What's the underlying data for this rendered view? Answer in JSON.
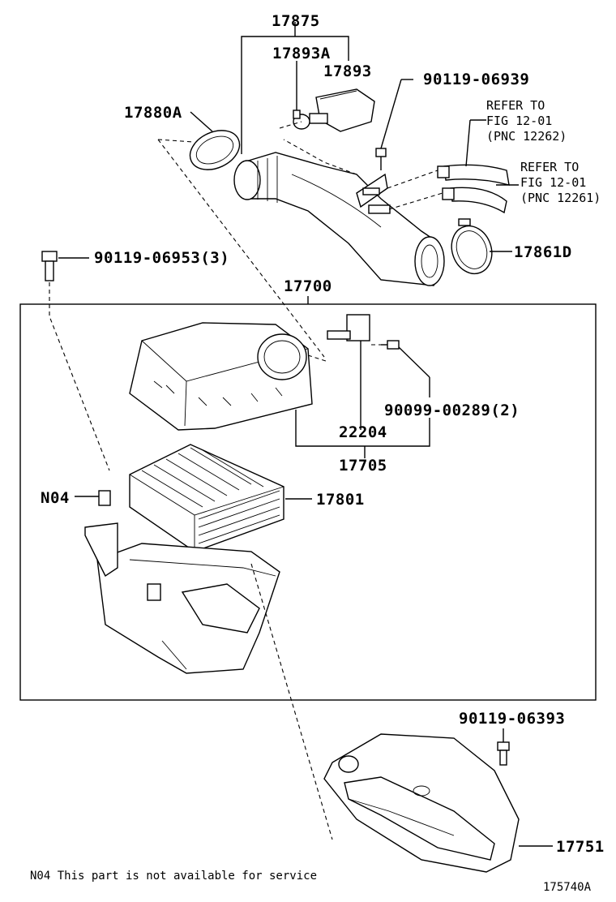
{
  "labels": {
    "p17875": "17875",
    "p17893A": "17893A",
    "p17893": "17893",
    "p90119_06939": "90119-06939",
    "p17880A": "17880A",
    "refer1_a": "REFER TO",
    "refer1_b": "FIG 12-01",
    "refer1_c": "(PNC 12262)",
    "refer2_a": "REFER TO",
    "refer2_b": "FIG 12-01",
    "refer2_c": "(PNC 12261)",
    "p90119_06953": "90119-06953(3)",
    "p17861D": "17861D",
    "p17700": "17700",
    "p90099_00289": "90099-00289(2)",
    "p22204": "22204",
    "p17705": "17705",
    "pN04": "N04",
    "p17801": "17801",
    "p90119_06393": "90119-06393",
    "p17751": "17751"
  },
  "footer": {
    "note": "N04 This part is not available for service",
    "figure_id": "175740A"
  }
}
